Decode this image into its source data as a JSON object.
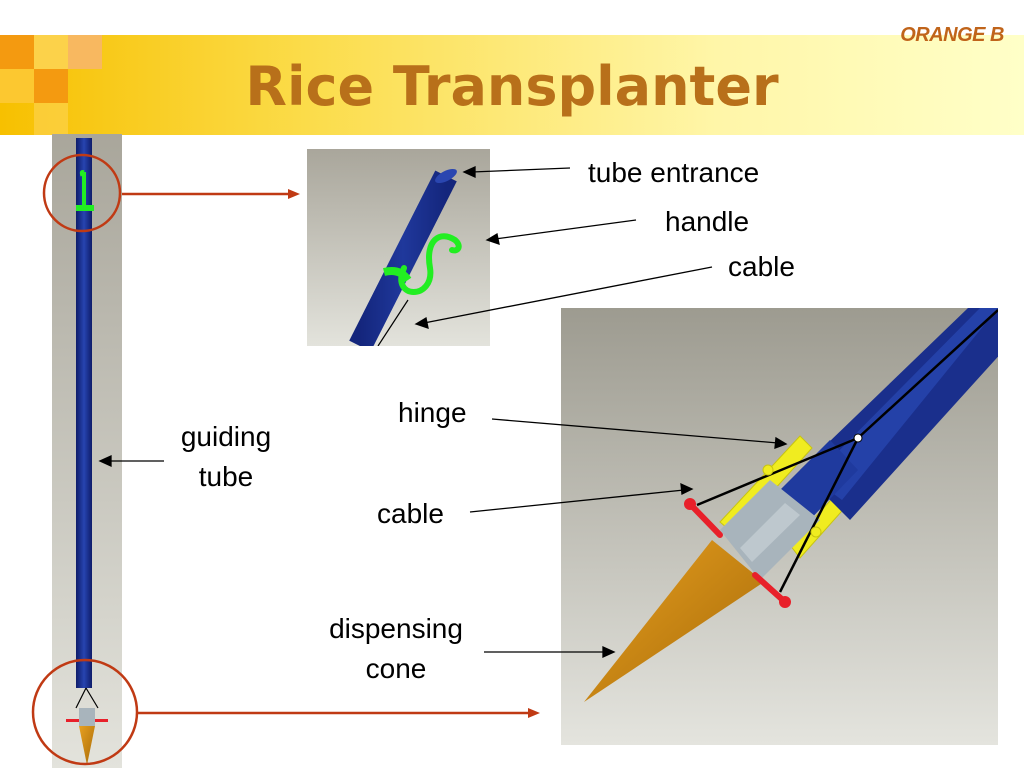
{
  "slide": {
    "title": "Rice Transplanter",
    "brand": "ORANGE B"
  },
  "labels": {
    "tube_entrance": "tube entrance",
    "handle": "handle",
    "cable_top": "cable",
    "hinge": "hinge",
    "cable_bottom": "cable",
    "guiding_tube_line1": "guiding",
    "guiding_tube_line2": "tube",
    "dispensing_cone_line1": "dispensing",
    "dispensing_cone_line2": "cone"
  },
  "colors": {
    "title": "#b8701a",
    "brand": "#c0641a",
    "tube_blue": "#1a2f8c",
    "handle_green": "#22ee22",
    "hinge_yellow": "#f0ec20",
    "cone_orange": "#d8900a",
    "collar_gray": "#a8b4bc",
    "pin_red": "#e8202a",
    "callout_red": "#c03a14"
  },
  "icons": {
    "decor": "orange-squares-decoration"
  }
}
